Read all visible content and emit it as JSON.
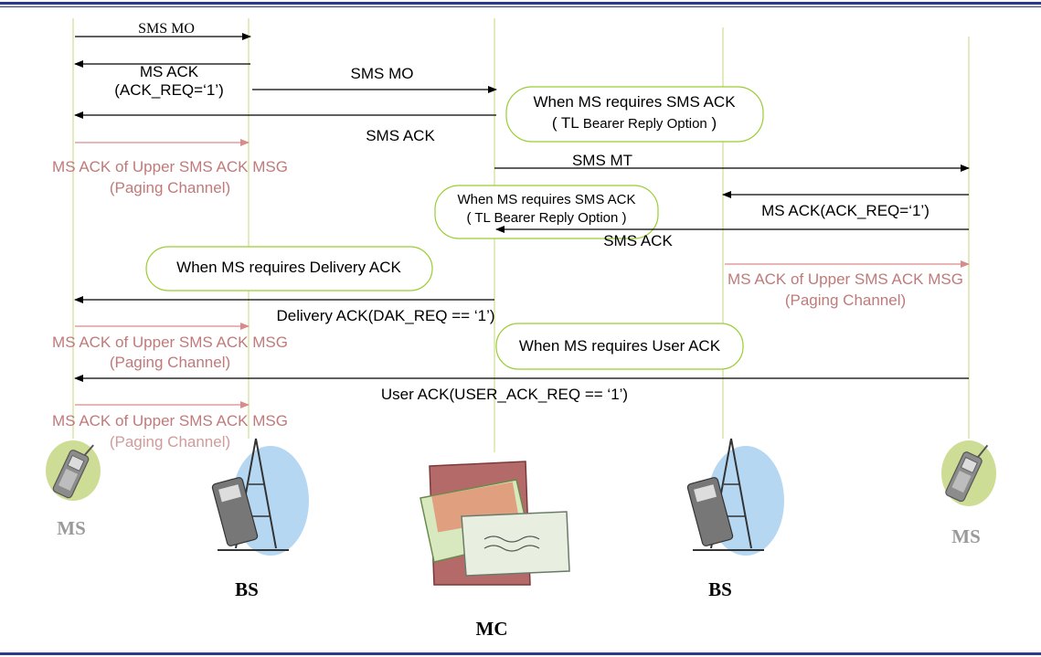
{
  "nodes": {
    "ms_left": "MS",
    "bs_left": "BS",
    "mc": "MC",
    "bs_right": "BS",
    "ms_right": "MS"
  },
  "messages": {
    "sms_mo_1": "SMS MO",
    "ms_ack_1": "MS ACK",
    "ms_ack_1b": "(ACK_REQ=‘1’)",
    "sms_mo_2": "SMS MO",
    "sms_ack_1": "SMS ACK",
    "sms_mt": "SMS MT",
    "ms_ack_2": "MS ACK(ACK_REQ=‘1’)",
    "sms_ack_2": "SMS ACK",
    "delivery_ack": "Delivery ACK(DAK_REQ == ‘1’)",
    "user_ack": "User ACK(USER_ACK_REQ == ‘1’)"
  },
  "notes": {
    "note1_line1": "When MS requires SMS ACK",
    "note1_line2a": "( TL ",
    "note1_line2b": "Bearer Reply Option",
    "note1_line2c": " )",
    "note2_line1": "When MS requires SMS ACK",
    "note2_line2": "( TL Bearer Reply Option )",
    "note3": "When MS requires Delivery ACK",
    "note4": "When MS requires User ACK"
  },
  "paging_acks": {
    "left1_line1": "MS ACK of Upper SMS ACK MSG",
    "left1_line2": "(Paging Channel)",
    "right_line1": "MS ACK of Upper SMS ACK MSG",
    "right_line2": "(Paging Channel)",
    "left2_line1": "MS ACK of Upper SMS ACK MSG",
    "left2_line2": "(Paging Channel)",
    "left3_line1": "MS ACK of Upper SMS ACK MSG",
    "left3_line2": "(Paging Channel)"
  },
  "icons": {
    "phone": "mobile-phone-icon",
    "tower": "radio-tower-icon",
    "mail": "mail-envelopes-icon"
  },
  "colors": {
    "frame": "#2b3a8c",
    "lifeline": "#d6e6a8",
    "note_border": "#9acd32",
    "ack_text": "#c07a7a",
    "ack_arrow": "#d98a8a",
    "node_gray": "#9a9a9a"
  }
}
